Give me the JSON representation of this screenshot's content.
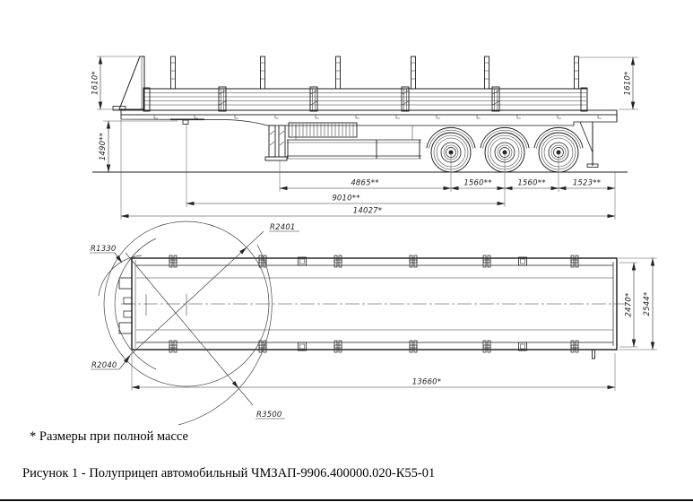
{
  "page": {
    "note": "* Размеры при полной массе",
    "caption": "Рисунок 1 - Полуприцеп автомобильный ЧМЗАП-9906.400000.020-К55-01"
  },
  "side_view": {
    "dimensions": {
      "front_wall_height": "1610*",
      "fifth_wheel_height": "1490**",
      "landing_gear_to_axle1": "4865**",
      "axle1_to_axle2": "1560**",
      "axle2_to_axle3": "1560**",
      "axle3_to_rear": "1523**",
      "kingpin_to_mid_axle": "9010**",
      "overall_length": "14027*",
      "rear_stake_height": "1610*"
    }
  },
  "plan_view": {
    "dimensions": {
      "platform_length": "13660*",
      "inner_width": "2470*",
      "overall_width": "2544*"
    },
    "radii": {
      "front_inner_radius": "R1330",
      "front_corner_radius": "R2040",
      "kingpin_clearance_radius": "R2401",
      "rear_swing_radius": "R3500"
    }
  }
}
